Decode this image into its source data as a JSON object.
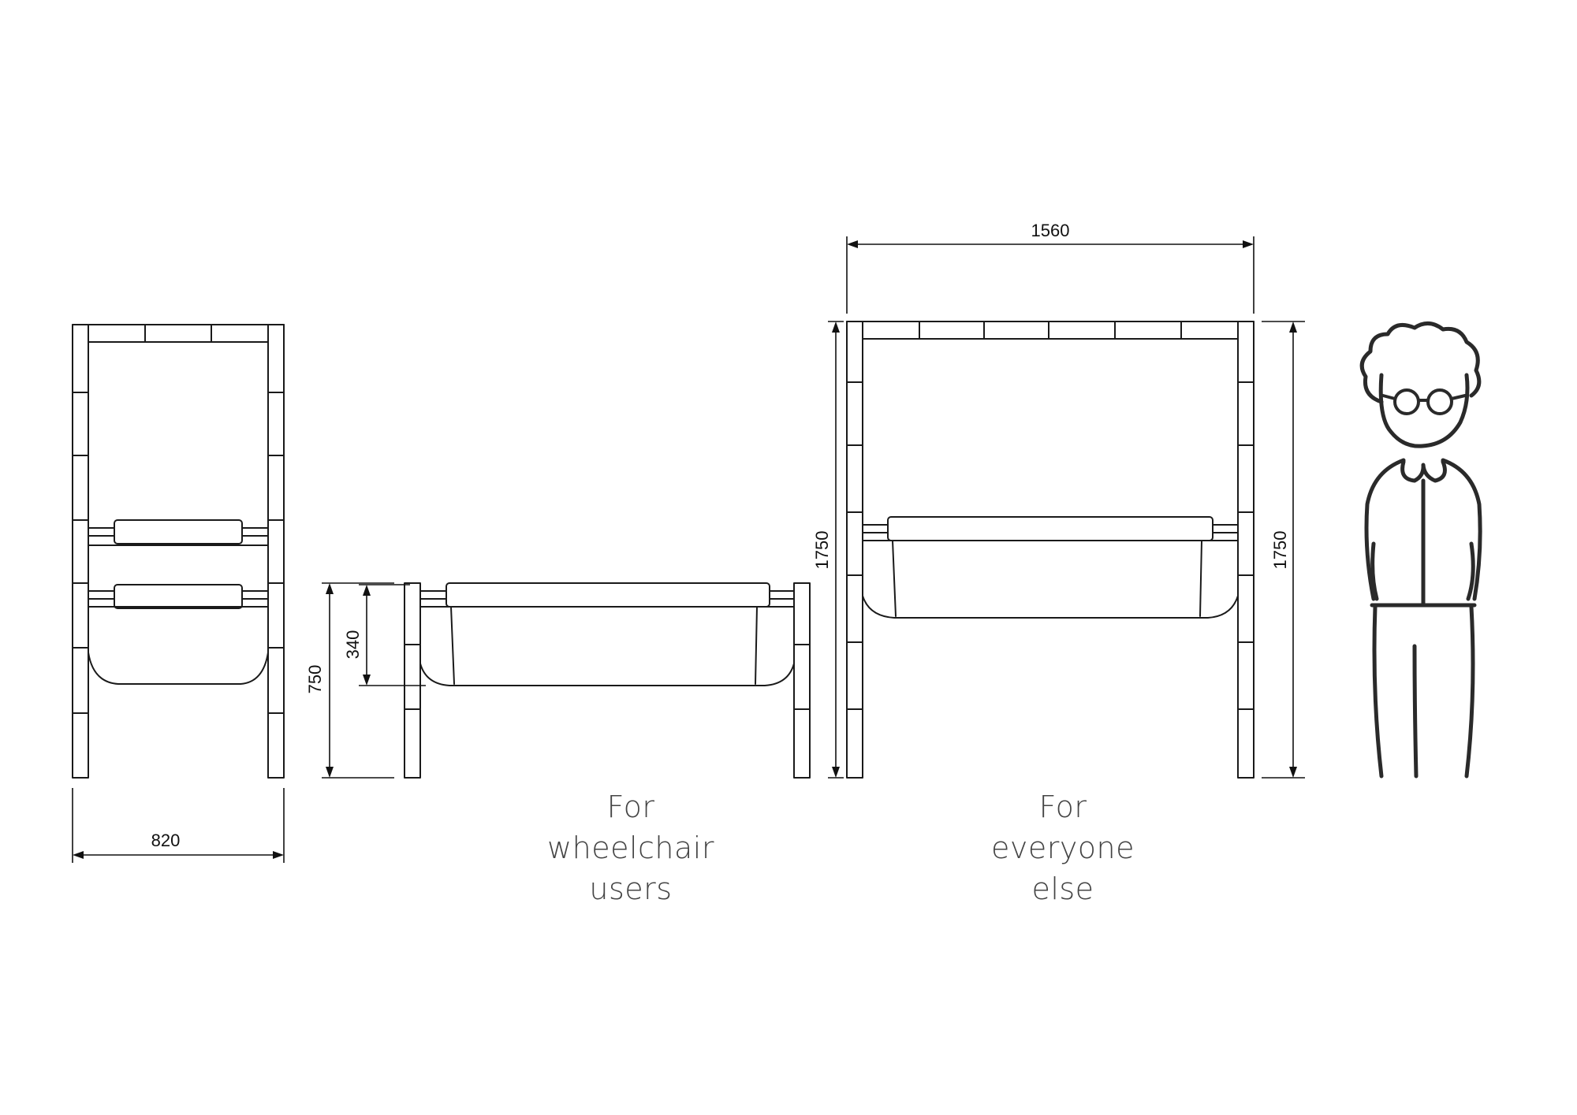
{
  "dimensions": {
    "width_side": "820",
    "height_low": "750",
    "tub_depth": "340",
    "width_front": "1560",
    "height_tall_frame": "1750",
    "height_tall_person": "1750"
  },
  "captions": {
    "wheelchair": {
      "line1": "For",
      "line2": "wheelchair",
      "line3": "users"
    },
    "everyone": {
      "line1": "For",
      "line2": "everyone",
      "line3": "else"
    }
  },
  "icons": {
    "person": "person-with-glasses-sketch"
  }
}
